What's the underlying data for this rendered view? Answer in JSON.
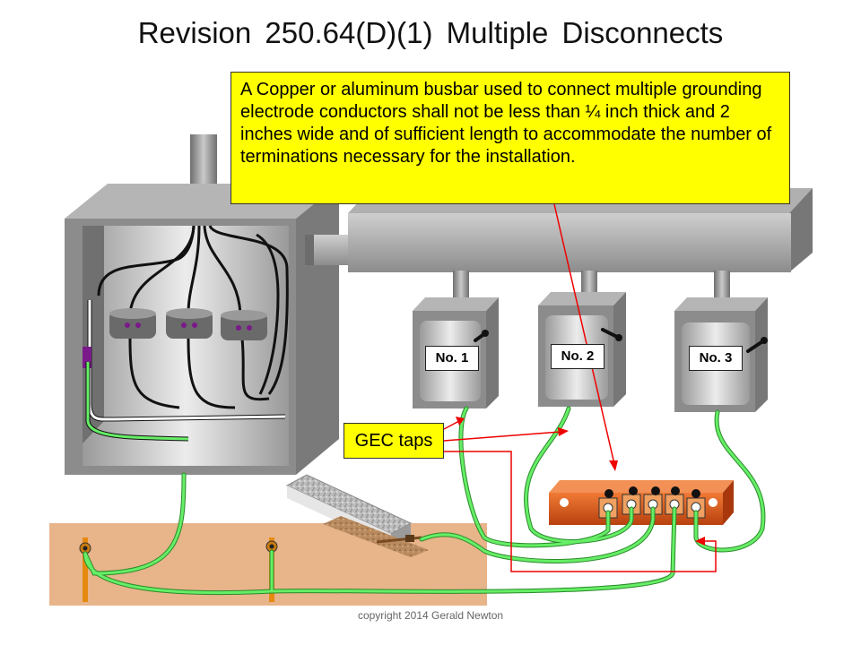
{
  "title": "Revision  250.64(D)(1)  Multiple  Disconnects",
  "callout_text": "A Copper or aluminum busbar used to connect multiple grounding electrode conductors shall not be less than ¼ inch thick and 2 inches wide and of sufficient length to accommodate the number of terminations necessary for the installation.",
  "gec_label": "GEC taps",
  "disconnects": [
    {
      "label": "No. 1"
    },
    {
      "label": "No. 2"
    },
    {
      "label": "No. 3"
    }
  ],
  "copyright": "copyright 2014 Gerald Newton",
  "colors": {
    "callout_bg": "#ffff00",
    "gec_wire": "#66ee66",
    "arrow": "#ee0000",
    "busbar": "#e0561a",
    "earth": "#e8b48a",
    "box_gray": "#8a8a8a"
  },
  "icons": [
    "current-transformer-icon",
    "ground-rod-icon",
    "disconnect-handle-icon"
  ]
}
